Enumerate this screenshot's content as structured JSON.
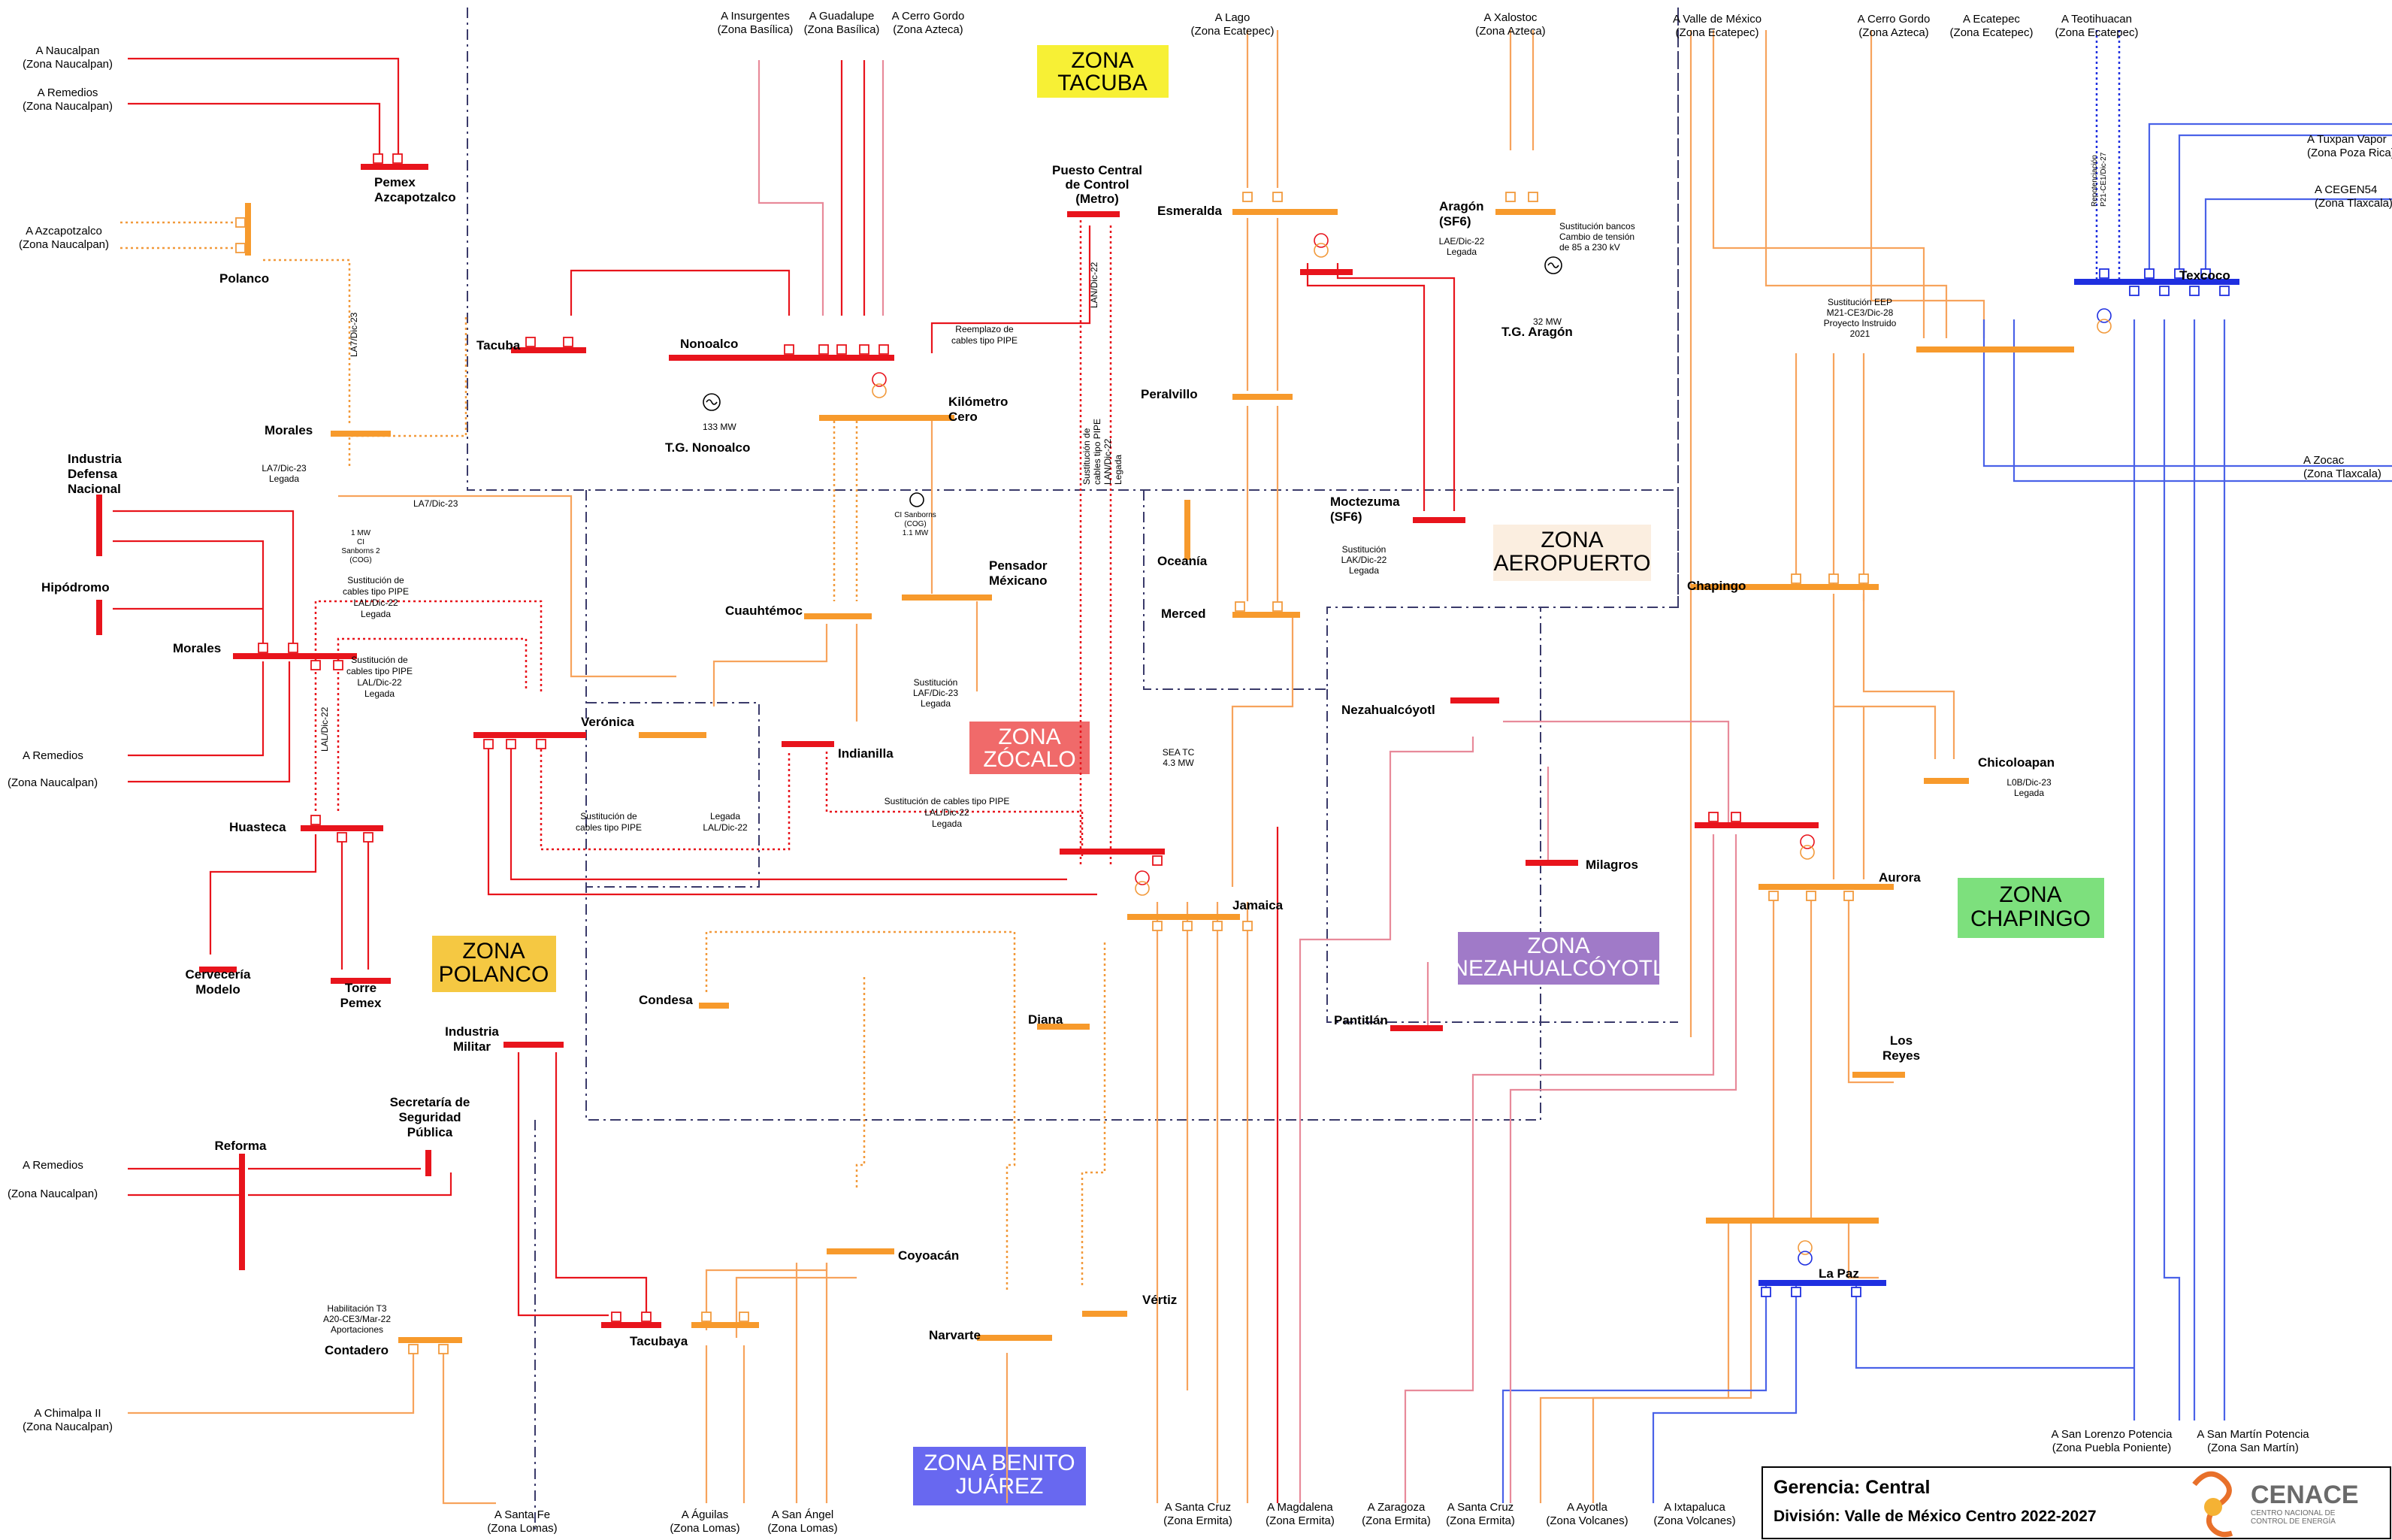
{
  "zones": {
    "tacuba": "ZONA\nTACUBA",
    "aeropuerto": "ZONA\nAEROPUERTO",
    "zocalo": "ZONA\nZÓCALO",
    "polanco": "ZONA\nPOLANCO",
    "chapingo": "ZONA\nCHAPINGO",
    "nezahualcoyotl": "ZONA\nNEZAHUALCÓYOTL",
    "benito_juarez": "ZONA BENITO\nJUÁREZ"
  },
  "zone_colors": {
    "tacuba": "#f7f035",
    "aeropuerto": "#fbeee0",
    "zocalo": "#f06a6a",
    "polanco": "#f5c842",
    "chapingo": "#7de07d",
    "nezahualcoyotl": "#a07ac8",
    "benito_juarez": "#6868f0"
  },
  "substations": {
    "pemex_azcapotzalco": "Pemex\nAzcapotzalco",
    "polanco": "Polanco",
    "morales_230": "Morales",
    "morales_85": "Morales",
    "tacuba": "Tacuba",
    "nonoalco": "Nonoalco",
    "tg_nonoalco": "T.G. Nonoalco",
    "kilometro_cero": "Kilómetro\nCero",
    "puesto_central": "Puesto Central\nde Control\n(Metro)",
    "esmeralda": "Esmeralda",
    "aragon": "Aragón\n(SF6)",
    "tg_aragon": "T.G. Aragón",
    "texcoco": "Texcoco",
    "peralvillo": "Peralvillo",
    "moctezuma": "Moctezuma\n(SF6)",
    "oceania": "Oceanía",
    "merced": "Merced",
    "industria_defensa": "Industria\nDefensa\nNacional",
    "hipodromo": "Hipódromo",
    "cuauhtemoc": "Cuauhtémoc",
    "pensador_mexicano": "Pensador\nMéxicano",
    "veronica": "Verónica",
    "indianilla": "Indianilla",
    "huasteca": "Huasteca",
    "cerveceria": "Cervecería\nModelo",
    "torre_pemex": "Torre\nPemex",
    "jamaica": "Jamaica",
    "nezahualcoyotl": "Nezahualcóyotl",
    "milagros": "Milagros",
    "chapingo": "Chapingo",
    "chicoloapan": "Chicoloapan",
    "aurora": "Aurora",
    "los_reyes": "Los\nReyes",
    "la_paz": "La Paz",
    "pantitlan": "Pantitlán",
    "condesa": "Condesa",
    "diana": "Diana",
    "industria_militar": "Industria\nMilitar",
    "secretaria": "Secretaría de\nSeguridad\nPública",
    "reforma": "Reforma",
    "coyoacan": "Coyoacán",
    "tacubaya": "Tacubaya",
    "narvarte": "Narvarte",
    "vertiz": "Vértiz",
    "contadero": "Contadero"
  },
  "external_links": {
    "naucalpan1": "A Naucalpan\n(Zona Naucalpan)",
    "remedios1": "A Remedios\n(Zona Naucalpan)",
    "azcapotzalco": "A Azcapotzalco\n(Zona Naucalpan)",
    "insurgentes": "A Insurgentes\n(Zona Basílica)",
    "guadalupe": "A Guadalupe\n(Zona Basílica)",
    "cerro_gordo1": "A Cerro Gordo\n(Zona Azteca)",
    "lago": "A Lago\n(Zona Ecatepec)",
    "xalostoc": "A Xalostoc\n(Zona Azteca)",
    "valle_mexico": "A Valle de México\n(Zona Ecatepec)",
    "cerro_gordo2": "A Cerro Gordo\n(Zona Azteca)",
    "ecatepec": "A Ecatepec\n(Zona Ecatepec)",
    "teotihuacan": "A Teotihuacan\n(Zona Ecatepec)",
    "tuxpan": "A Tuxpan Vapor\n(Zona Poza Rica)",
    "cegen": "A CEGEN54\n(Zona Tlaxcala)",
    "zocac": "A Zocac\n(Zona Tlaxcala)",
    "remedios2": "A Remedios",
    "naucalpan2": "(Zona Naucalpan)",
    "remedios3": "A Remedios",
    "naucalpan3": "(Zona Naucalpan)",
    "chimalpa": "A Chimalpa II\n(Zona Naucalpan)",
    "santa_fe": "A Santa Fe\n(Zona Lomas)",
    "aguilas": "A Águilas\n(Zona Lomas)",
    "san_angel": "A San Ángel\n(Zona Lomas)",
    "santa_cruz1": "A Santa Cruz\n(Zona Ermita)",
    "magdalena": "A Magdalena\n(Zona Ermita)",
    "zaragoza": "A Zaragoza\n(Zona Ermita)",
    "santa_cruz2": "A Santa Cruz\n(Zona Ermita)",
    "ayotla": "A Ayotla\n(Zona Volcanes)",
    "ixtapaluca": "A Ixtapaluca\n(Zona Volcanes)",
    "san_lorenzo": "A San Lorenzo Potencia\n(Zona Puebla Poniente)",
    "san_martin": "A San Martín Potencia\n(Zona San Martín)"
  },
  "notes": {
    "reemplazo": "Reemplazo de\ncables tipo PIPE",
    "sust_pipe_vertical": "Sustitución de\ncables tipo PIPE\nLAN/Dic-22\nLegada",
    "lan_dic22": "LAN/Dic-22",
    "la7_dic23_a": "LA7/Dic-23",
    "la7_dic23_b": "LA7/Dic-23\nLegada",
    "la7_dic23_c": "LA7/Dic-23",
    "sust_pipe_1": "Sustitución de\ncables tipo PIPE\nLAL/Dic-22\nLegada",
    "sust_pipe_2": "Sustitución de\ncables tipo PIPE\nLAL/Dic-22\nLegada",
    "lal_dic22_v": "LAL/Dic-22",
    "sust_pipe_3": "Sustitución de\ncables tipo PIPE",
    "legada_lal": "Legada\nLAL/Dic-22",
    "sust_pipe_4": "Sustitución de cables tipo PIPE\nLAL/Dic-22\nLegada",
    "sust_laf": "Sustitución\nLAF/Dic-23\nLegada",
    "sust_lak": "Sustitución\nLAK/Dic-22\nLegada",
    "lae_dic22": "LAE/Dic-22\nLegada",
    "sust_bancos": "Sustitución bancos\nCambio de tensión\nde 85 a 230 kV",
    "sust_eep": "Sustitución EEP\nM21-CE3/Dic-28\nProyecto Instruido\n2021",
    "repotenciacion": "Repotenciación\nP21-CE1/Dic-27",
    "l0b_dic23": "L0B/Dic-23\nLegada",
    "habilitacion": "Habilitación T3\nA20-CE3/Mar-22\nAportaciones",
    "sea_tc": "SEA TC\n4.3 MW",
    "ci_sanborns2": "1 MW\nCI\nSanborns 2\n(COG)",
    "ci_sanborns": "CI Sanborns\n(COG)\n1.1 MW",
    "mw133": "133 MW",
    "mw32": "32 MW"
  },
  "footer": {
    "gerencia": "Gerencia: Central",
    "division": "División: Valle de México Centro 2022-2027",
    "logo": "CENACE",
    "logo_sub": "CENTRO NACIONAL DE\nCONTROL DE ENERGÍA"
  }
}
